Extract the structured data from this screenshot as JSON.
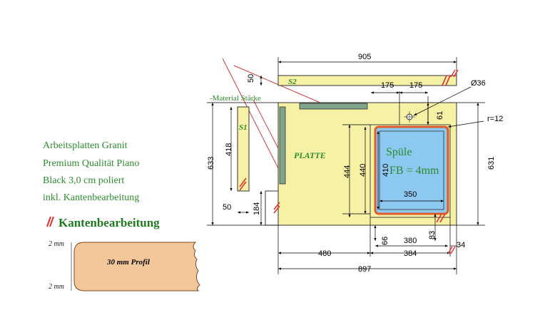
{
  "description": {
    "lines": [
      "Arbeitsplatten Granit",
      "Premium Qualität Piano",
      "Black 3,0 cm poliert",
      "inkl. Kantenbearbeitung"
    ]
  },
  "legend": {
    "edge_label": "Kantenbearbeitung"
  },
  "profile": {
    "label": "30 mm Profil",
    "top_dim": "2 mm",
    "bottom_dim": "2 mm"
  },
  "parts": {
    "s2": "S2",
    "s1": "S1",
    "plate": "PLATTE",
    "material": "-Material Stärke"
  },
  "sink": {
    "label": "Spüle",
    "fb": "FB = 4mm",
    "hole": "Ø36",
    "radius": "r=12"
  },
  "dims": {
    "d905": "905",
    "d50_top": "50",
    "d175_a": "175",
    "d175_b": "175",
    "d633": "633",
    "d418": "418",
    "d50_left": "50",
    "d184": "184",
    "d444": "444",
    "d440": "440",
    "d410": "410",
    "d61": "61",
    "d350": "350",
    "d631": "631",
    "d66": "66",
    "d380": "380",
    "d83": "83",
    "d480": "480",
    "d384": "384",
    "d34": "34",
    "d897": "897"
  },
  "colors": {
    "green_text": "#2e8b2e",
    "legend_green": "#1f7a1f",
    "panel": "#f6f1a5",
    "strip": "#7fa58c",
    "sink_fill": "#8cc8f0",
    "sink_rim": "#e05a2a",
    "edge_mark": "#e03030",
    "profile": "#f3c79a"
  }
}
